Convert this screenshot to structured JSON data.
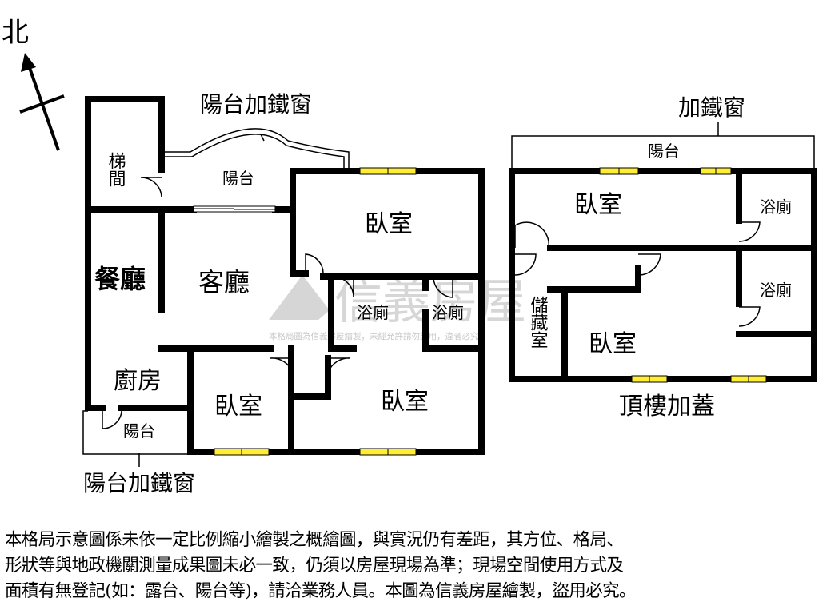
{
  "compass": {
    "label": "北"
  },
  "floor_main": {
    "callouts": {
      "balcony_top": "陽台加鐵窗",
      "balcony_bottom": "陽台加鐵窗"
    },
    "rooms": {
      "stairs": "梯間",
      "balcony": "陽台",
      "dining": "餐廳",
      "living": "客廳",
      "bedroom_ne": "臥室",
      "bath_1": "浴廁",
      "bath_2": "浴廁",
      "kitchen": "廚房",
      "kitchen_balcony": "陽台",
      "bedroom_s1": "臥室",
      "bedroom_s2": "臥室"
    }
  },
  "floor_roof": {
    "title": "頂樓加蓋",
    "callout": "加鐵窗",
    "rooms": {
      "balcony": "陽台",
      "bedroom_1": "臥室",
      "bath_1": "浴廁",
      "bath_2": "浴廁",
      "storage": "儲藏室",
      "bedroom_2": "臥室"
    }
  },
  "watermark": {
    "brand": "信義房屋",
    "note": "本格局圖為信義房屋繪製，未經允許請勿盜用，違者必究"
  },
  "disclaimer_lines": [
    "本格局示意圖係未依一定比例縮小繪製之概繪圖，與實況仍有差距，其方位、格局、",
    "形狀等與地政機關測量成果圖未必一致，仍須以房屋現場為準；現場空間使用方式及",
    "面積有無登記(如：露台、陽台等)，請洽業務人員。本圖為信義房屋繪製，盜用必究。"
  ],
  "colors": {
    "wall": "#000000",
    "window": "#ffee33",
    "watermark": "#b5b5b5"
  }
}
